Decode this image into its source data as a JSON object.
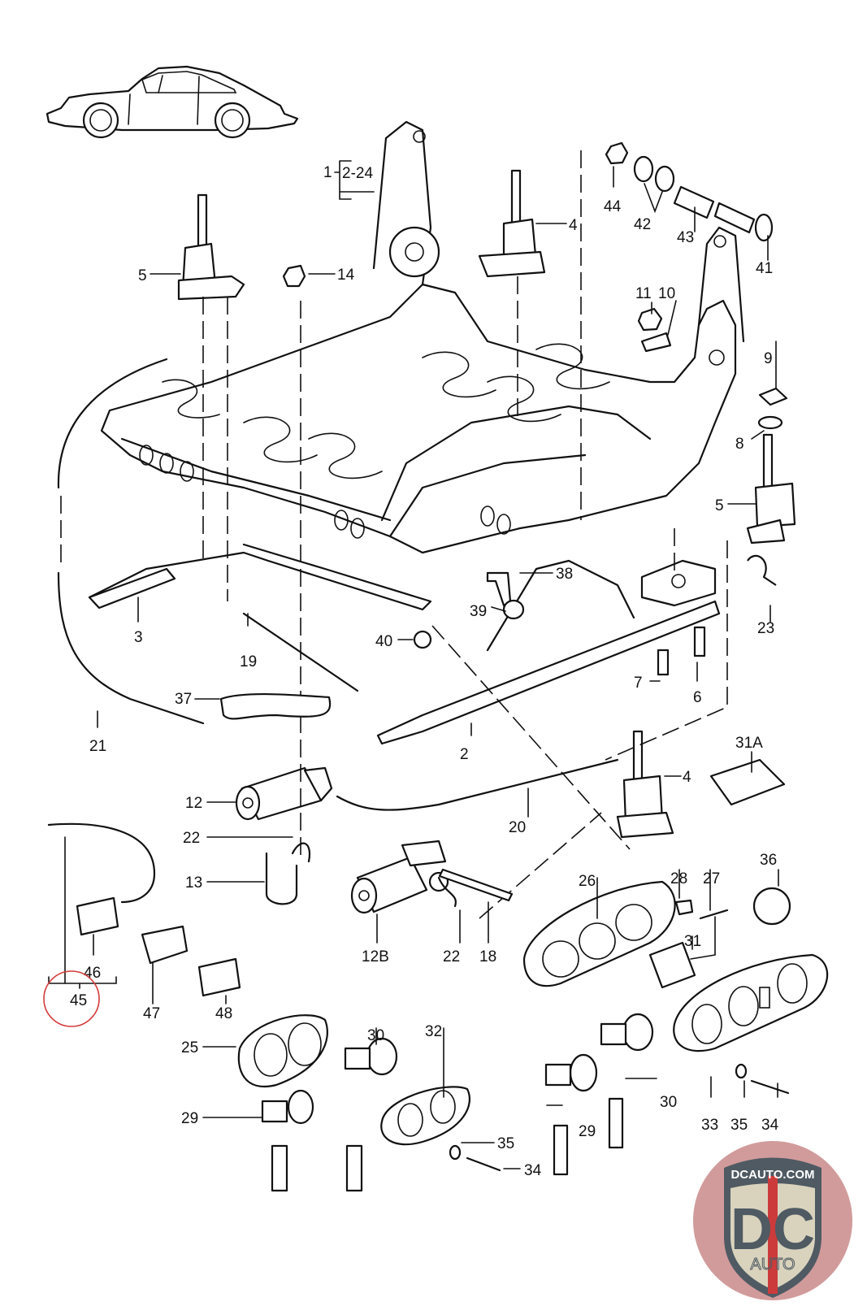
{
  "diagram": {
    "title": "Power seat frame, motors, cables and switches",
    "vehicle_thumbnail": "classic rear-engine coupe side view",
    "highlighted_callout": "45",
    "highlight_color": "#d33a3a",
    "callouts": [
      {
        "id": "c1",
        "text": "1"
      },
      {
        "id": "c2-24",
        "text": "2-24"
      },
      {
        "id": "c2",
        "text": "2"
      },
      {
        "id": "c3",
        "text": "3"
      },
      {
        "id": "c4a",
        "text": "4"
      },
      {
        "id": "c4b",
        "text": "4"
      },
      {
        "id": "c5a",
        "text": "5"
      },
      {
        "id": "c5b",
        "text": "5"
      },
      {
        "id": "c6",
        "text": "6"
      },
      {
        "id": "c7",
        "text": "7"
      },
      {
        "id": "c8",
        "text": "8"
      },
      {
        "id": "c9",
        "text": "9"
      },
      {
        "id": "c10",
        "text": "10"
      },
      {
        "id": "c11",
        "text": "11"
      },
      {
        "id": "c12",
        "text": "12"
      },
      {
        "id": "c12b",
        "text": "12B"
      },
      {
        "id": "c13",
        "text": "13"
      },
      {
        "id": "c14",
        "text": "14"
      },
      {
        "id": "c18",
        "text": "18"
      },
      {
        "id": "c19",
        "text": "19"
      },
      {
        "id": "c20",
        "text": "20"
      },
      {
        "id": "c21",
        "text": "21"
      },
      {
        "id": "c22a",
        "text": "22"
      },
      {
        "id": "c22b",
        "text": "22"
      },
      {
        "id": "c23",
        "text": "23"
      },
      {
        "id": "c25",
        "text": "25"
      },
      {
        "id": "c26",
        "text": "26"
      },
      {
        "id": "c27",
        "text": "27"
      },
      {
        "id": "c28",
        "text": "28"
      },
      {
        "id": "c29a",
        "text": "29"
      },
      {
        "id": "c29b",
        "text": "29"
      },
      {
        "id": "c30a",
        "text": "30"
      },
      {
        "id": "c30b",
        "text": "30"
      },
      {
        "id": "c31",
        "text": "31"
      },
      {
        "id": "c31a",
        "text": "31A"
      },
      {
        "id": "c32",
        "text": "32"
      },
      {
        "id": "c33",
        "text": "33"
      },
      {
        "id": "c34a",
        "text": "34"
      },
      {
        "id": "c34b",
        "text": "34"
      },
      {
        "id": "c35a",
        "text": "35"
      },
      {
        "id": "c35b",
        "text": "35"
      },
      {
        "id": "c36",
        "text": "36"
      },
      {
        "id": "c37",
        "text": "37"
      },
      {
        "id": "c38",
        "text": "38"
      },
      {
        "id": "c39",
        "text": "39"
      },
      {
        "id": "c40",
        "text": "40"
      },
      {
        "id": "c41",
        "text": "41"
      },
      {
        "id": "c42",
        "text": "42"
      },
      {
        "id": "c43",
        "text": "43"
      },
      {
        "id": "c44",
        "text": "44"
      },
      {
        "id": "c45",
        "text": "45"
      },
      {
        "id": "c46",
        "text": "46"
      },
      {
        "id": "c47",
        "text": "47"
      },
      {
        "id": "c48",
        "text": "48"
      }
    ]
  },
  "watermark": {
    "top_text": "DCAUTO.COM",
    "letters": "DC",
    "sub_text": "AUTO",
    "colors": {
      "circle": "#c98a8a",
      "shield": "#d9d3bd",
      "shield_border": "#4f5a63",
      "letters": "#4f5a63",
      "stripe": "#cc3b3b"
    }
  }
}
